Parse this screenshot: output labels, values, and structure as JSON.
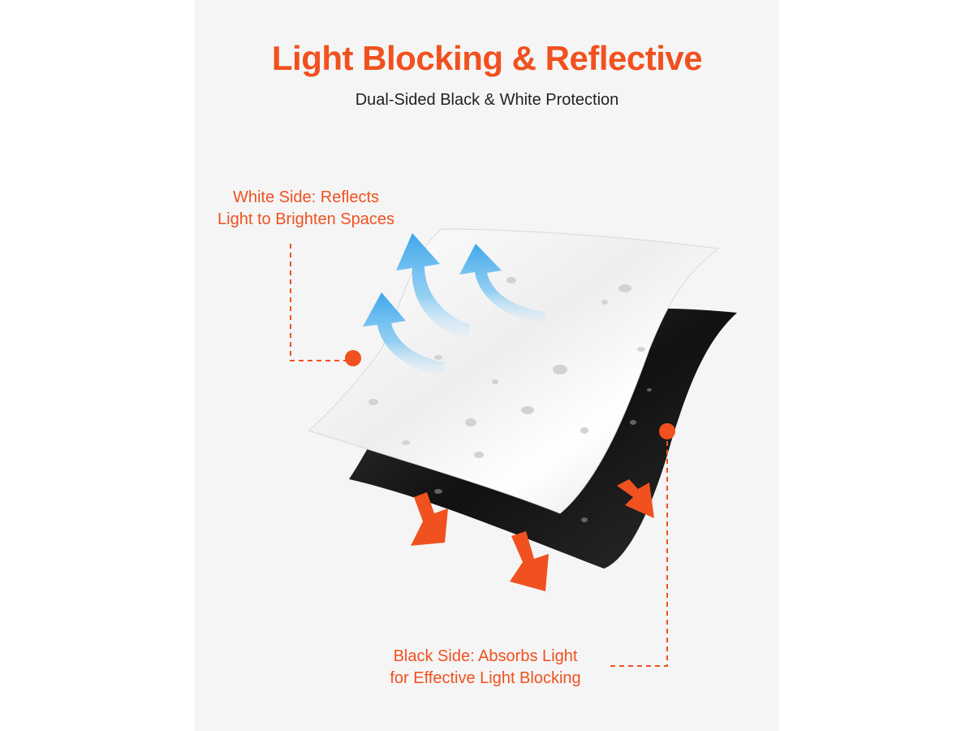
{
  "header": {
    "title": "Light Blocking & Reflective",
    "subtitle": "Dual-Sided Black & White Protection"
  },
  "callouts": {
    "white_side": {
      "line1": "White Side: Reflects",
      "line2": "Light to Brighten Spaces"
    },
    "black_side": {
      "line1": "Black Side: Absorbs Light",
      "line2": "for Effective Light Blocking"
    }
  },
  "colors": {
    "accent": "#f0511f",
    "panel_background": "#f5f5f5",
    "reflect_arrow": "#4aaee8",
    "absorb_arrow": "#f0511f"
  },
  "icons": {
    "reflect": "curved-up-arrow-icon",
    "absorb": "down-arrow-icon"
  }
}
